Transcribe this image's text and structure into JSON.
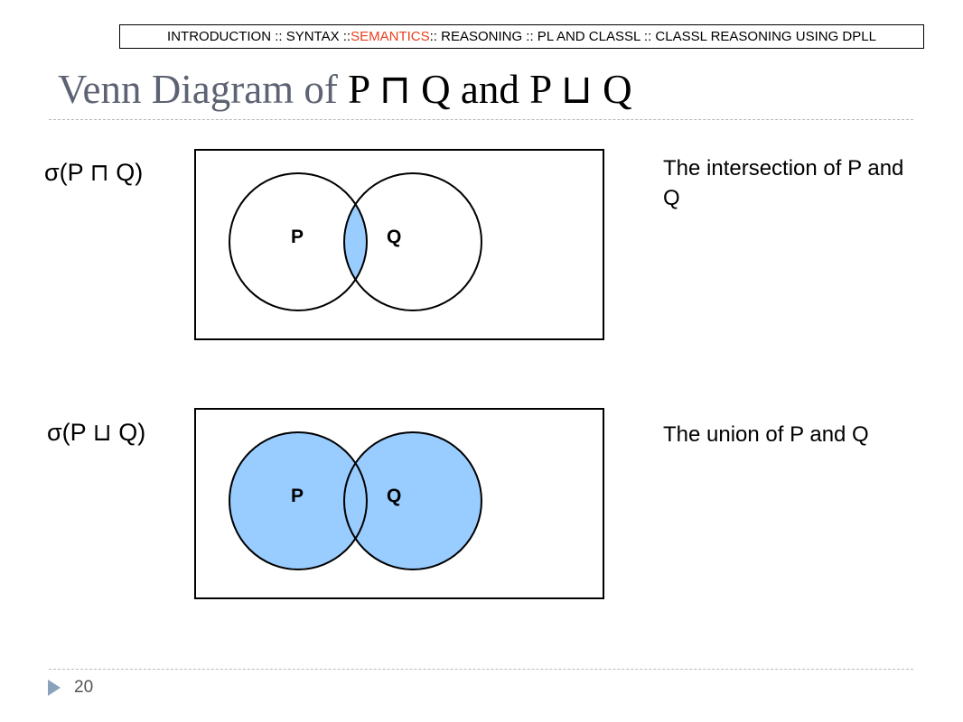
{
  "breadcrumb": {
    "before": "INTRODUCTION :: SYNTAX :: ",
    "active": "SEMANTICS",
    "after": " :: REASONING :: PL AND CLASSL :: CLASSL REASONING USING DPLL",
    "active_color": "#e8401c"
  },
  "title": {
    "prefix": "Venn Diagram of ",
    "expression": "P ⊓ Q and P ⊔ Q"
  },
  "intersection": {
    "expression": "σ(P ⊓ Q)",
    "label_p": "P",
    "label_q": "Q",
    "description": "The intersection of P and Q",
    "shaded_region": "P ∩ Q"
  },
  "union": {
    "expression": "σ(P ⊔ Q)",
    "label_p": "P",
    "label_q": "Q",
    "description": "The union of P and Q",
    "shaded_region": "P ∪ Q"
  },
  "colors": {
    "fill": "#99ccff",
    "title": "#5d6373"
  },
  "footer": {
    "page_number": "20",
    "marker_icon": "triangle-right-icon"
  }
}
